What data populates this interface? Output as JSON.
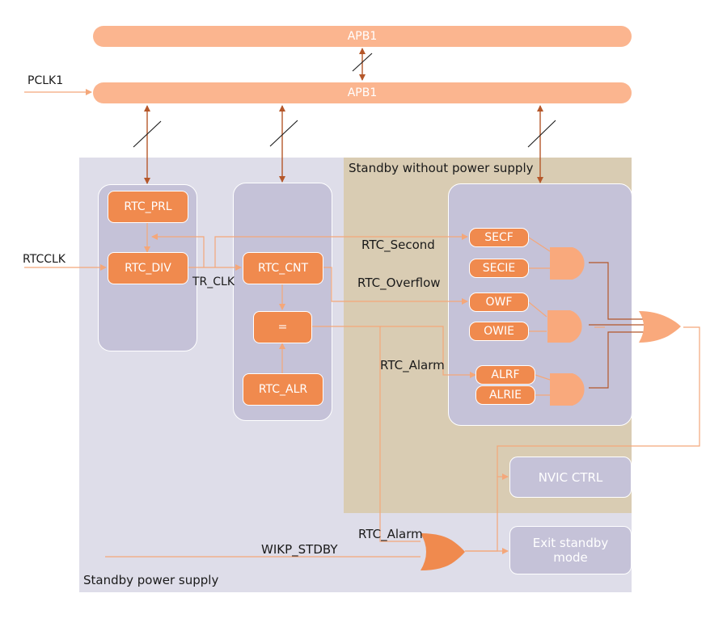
{
  "buses": {
    "top": "APB1",
    "bottom": "APB1"
  },
  "inputs": {
    "pclk": "PCLK1",
    "rtcclk": "RTCCLK",
    "wakeup": "WIKP_STDBY"
  },
  "regions": {
    "standby_power": "Standby power supply",
    "no_power": "Standby without power supply"
  },
  "registers": {
    "prl": "RTC_PRL",
    "div": "RTC_DIV",
    "cnt": "RTC_CNT",
    "cmp": "=",
    "alr": "RTC_ALR",
    "secf": "SECF",
    "secie": "SECIE",
    "owf": "OWF",
    "owie": "OWIE",
    "alrf": "ALRF",
    "alrie": "ALRIE"
  },
  "signals": {
    "tr_clk": "TR_CLK",
    "rtc_second": "RTC_Second",
    "rtc_overflow": "RTC_Overflow",
    "rtc_alarm": "RTC_Alarm",
    "rtc_alarm2": "RTC_Alarm"
  },
  "outputs": {
    "nvic": "NVIC CTRL",
    "exit_standby": "Exit standby mode"
  },
  "colors": {
    "bus": "#fbb58f",
    "register": "#f08a4e",
    "block": "#c5c2d8",
    "standby_region": "#dedde9",
    "nopower_region": "#d9ccb3",
    "wire": "#f4a77a",
    "arrow": "#b5572a"
  }
}
